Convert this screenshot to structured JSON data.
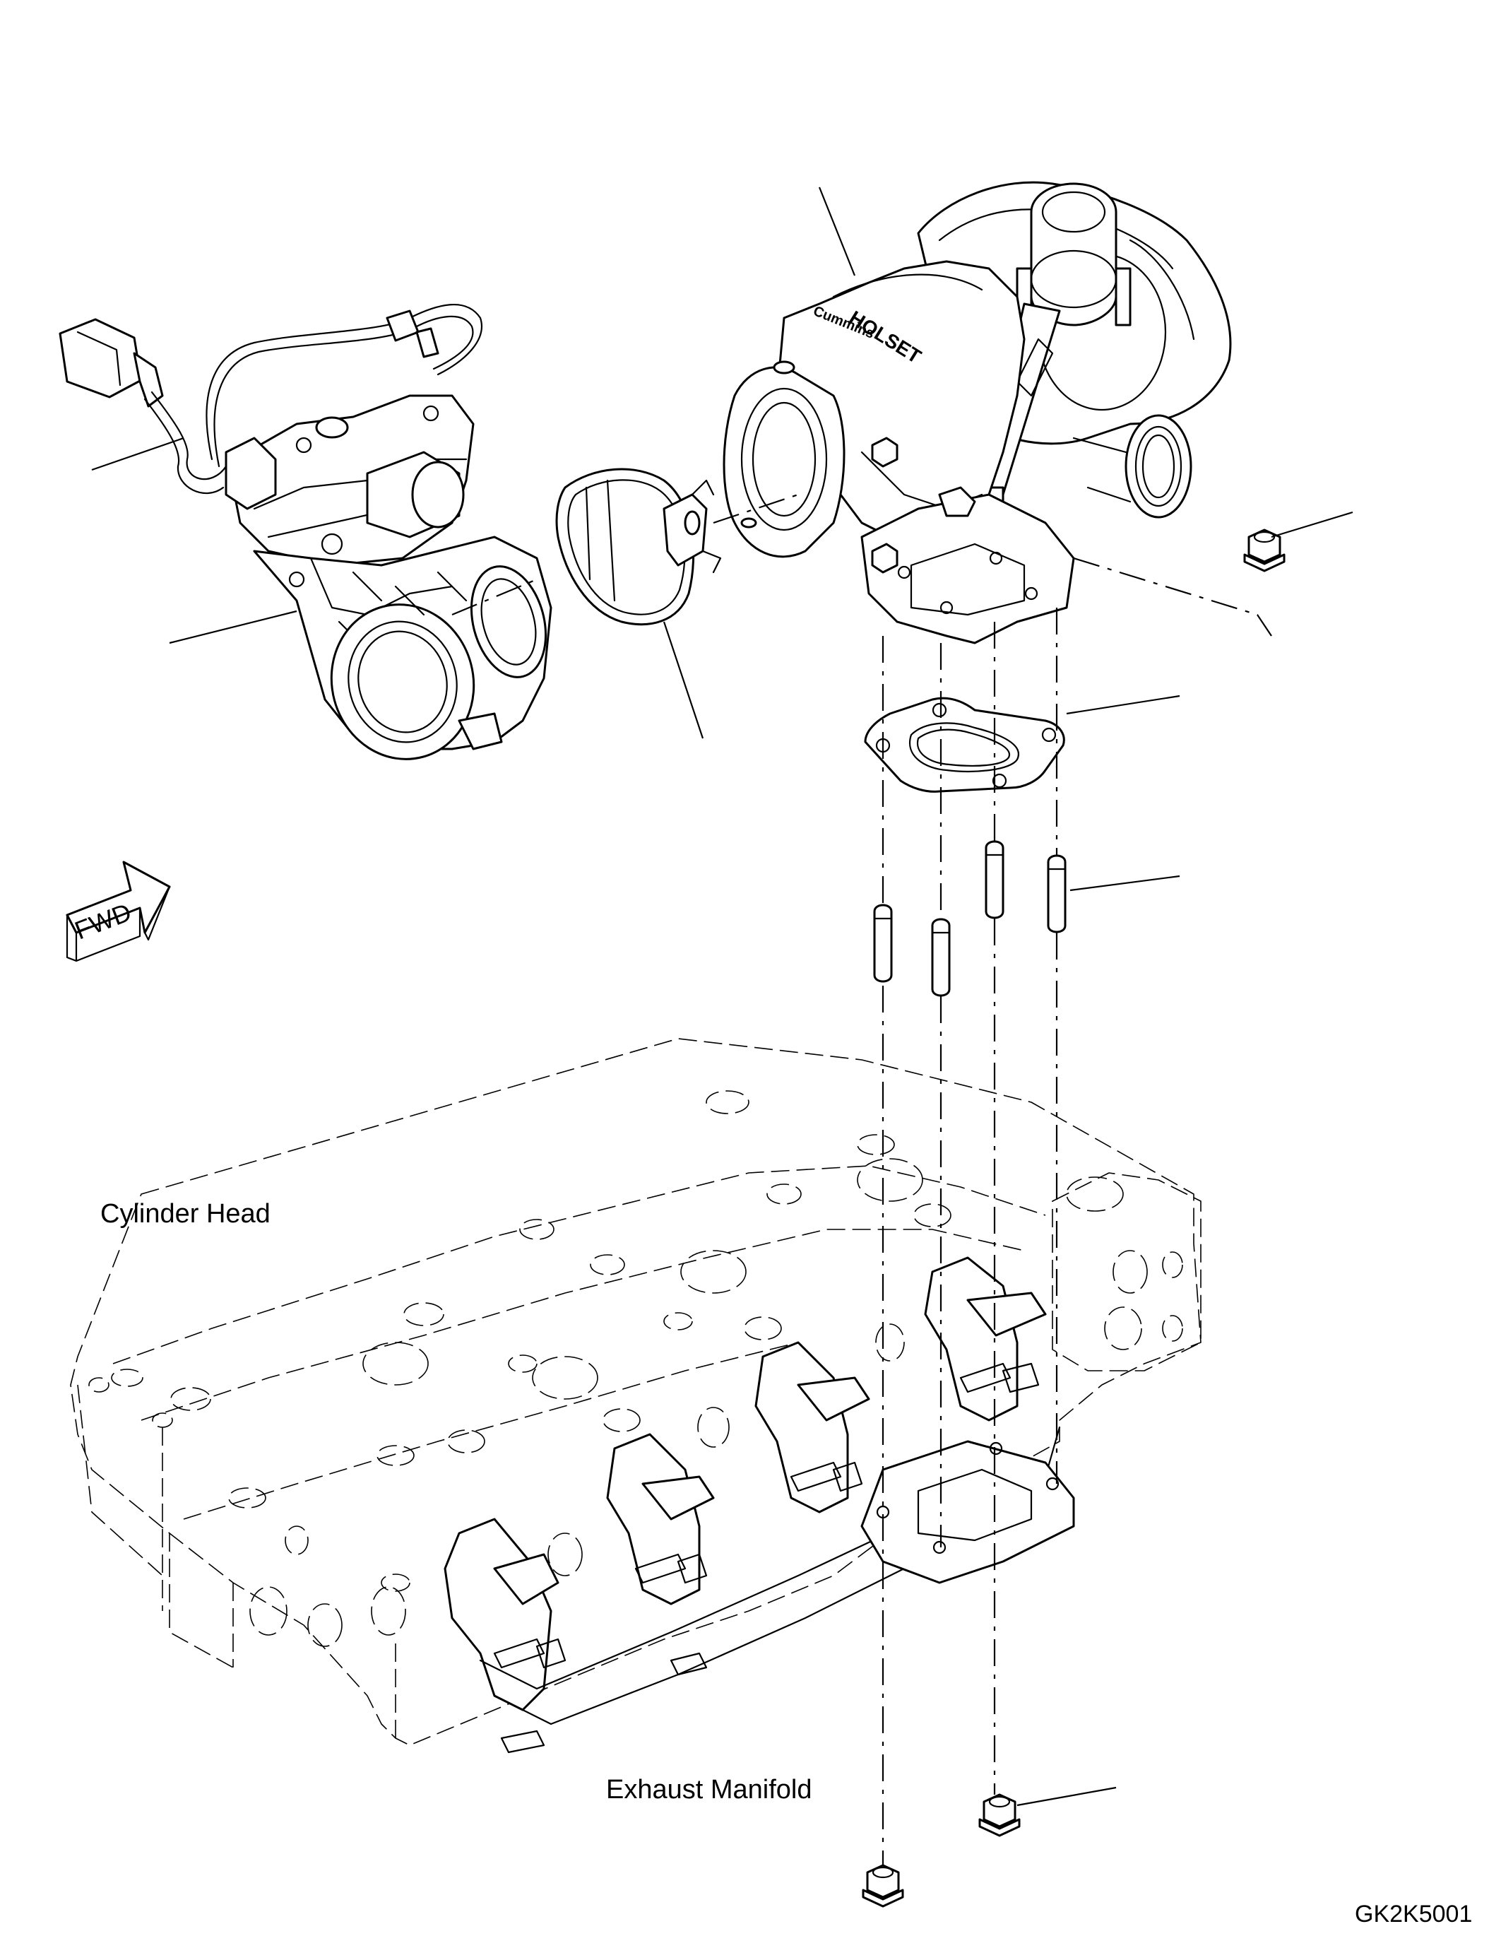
{
  "labels": {
    "cylinder_head": "Cylinder Head",
    "exhaust_manifold": "Exhaust Manifold",
    "figure_code": "GK2K5001"
  },
  "fwd_arrow": {
    "text": "FWD"
  },
  "logos": {
    "turbocharger_brand": "HOLSET",
    "turbocharger_maker": "Cummins"
  },
  "parts": [
    "egr-valve-with-harness",
    "v-band-clamp",
    "turbocharger",
    "flange-nut-upper",
    "turbo-gasket",
    "stud",
    "cylinder-head",
    "exhaust-manifold",
    "flange-nut-lower"
  ],
  "colors": {
    "line": "#000000",
    "background": "#ffffff"
  }
}
